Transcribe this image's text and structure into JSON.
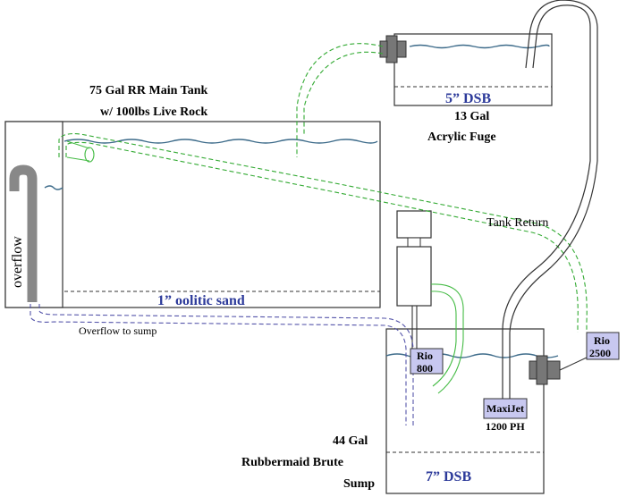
{
  "main_tank": {
    "title_line1": "75 Gal RR Main Tank",
    "title_line2": "w/ 100lbs Live Rock",
    "sand_label": "1” oolitic sand",
    "overflow_label": "overflow"
  },
  "fuge": {
    "sand_label": "5” DSB",
    "title_line1": "13 Gal",
    "title_line2": "Acrylic Fuge"
  },
  "sump": {
    "title_line1": "44 Gal",
    "title_line2": "Rubbermaid Brute",
    "title_line3": "Sump",
    "sand_label": "7” DSB"
  },
  "lines": {
    "tank_return": "Tank Return",
    "overflow_to_sump": "Overflow to sump"
  },
  "pumps": {
    "rio800_line1": "Rio",
    "rio800_line2": "800",
    "rio2500_line1": "Rio",
    "rio2500_line2": "2500",
    "maxijet_line1": "MaxiJet",
    "maxijet_line2": "1200 PH"
  },
  "colors": {
    "line_green": "#33aa33",
    "line_purple": "#5555aa",
    "sand_text_blue": "#2c3a9a",
    "pump_fill": "#c8c8f0",
    "water": "#3d6b8a"
  }
}
